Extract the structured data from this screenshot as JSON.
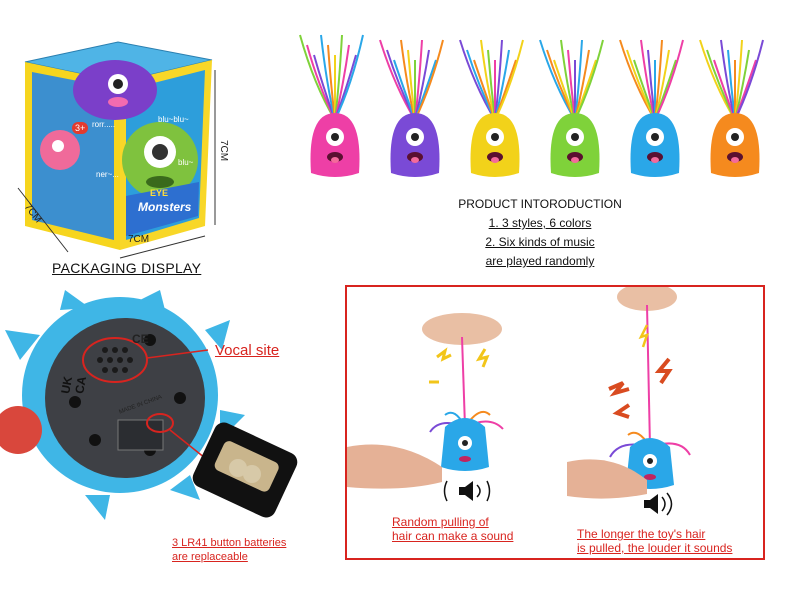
{
  "packaging": {
    "box_brand_small": "EYE",
    "box_brand_large": "Monsters",
    "age_badge": "3+",
    "sfx_1": "rorr.....",
    "sfx_2": "blu~blu~",
    "sfx_3": "blu~",
    "sfx_4": "ner~...",
    "dim_height": "7CM",
    "dim_width": "7CM",
    "dim_depth": "7CM",
    "caption": "PACKAGING DISPLAY"
  },
  "product": {
    "title": "PRODUCT INTORODUCTION",
    "line1": "1. 3 styles, 6 colors",
    "line2": "2. Six kinds of music",
    "line3": "are played randomly",
    "toy_colors": [
      "#ee3fa6",
      "#7a4ad6",
      "#f2d21a",
      "#7fd23a",
      "#2aa7e8",
      "#f58a1e"
    ]
  },
  "battery": {
    "vocal_label": "Vocal site",
    "battery_label_1": "3 LR41 button batteries",
    "battery_label_2": "are replaceable",
    "base_mark_1": "UK",
    "base_mark_2": "CA",
    "made_in": "MADE IN CHINA",
    "ce_mark": "CE"
  },
  "demo": {
    "left_label_1": "Random pulling of",
    "left_label_2": "hair can make a sound",
    "right_label_1": "The longer the toy's hair",
    "right_label_2": "is pulled, the louder it sounds"
  },
  "colors": {
    "accent_red": "#d8241f",
    "base_blue": "#3fb6e6"
  }
}
